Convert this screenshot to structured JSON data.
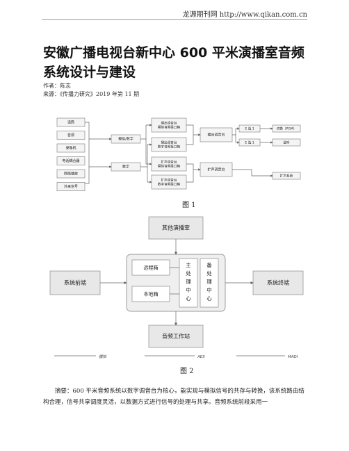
{
  "header": {
    "text": "龙源期刊网 http://www.qikan.com.cn"
  },
  "article": {
    "title": "安徽广播电视台新中心 600 平米演播室音频系统设计与建设",
    "author": "作者：陈志",
    "source": "来源：《传播力研究》2019 年第 11 期",
    "abstract": "摘要：600 平米音频系统以数字调音台为核心，能实现与模拟信号的共存与转换，该系统路由结构合理，信号共享调度灵活，以数据方式进行信号的处理与共享。音频系统前段采用一"
  },
  "figure1": {
    "caption": "图 1",
    "sources": [
      "话筒",
      "音源",
      "录像机",
      "电话耦合器",
      "网络播放",
      "外来信号"
    ],
    "conv": [
      "模拟/数字",
      "数字"
    ],
    "io": [
      "播出调音台\n模拟音频接口箱",
      "播出调音台\n数字音频接口箱",
      "扩声调音台\n模拟音频接口箱",
      "扩声调音台\n数字音频接口箱"
    ],
    "consoles": [
      "播出调音台",
      "扩声调音台"
    ],
    "aes": [
      "E 选 1",
      "E 选 1"
    ],
    "outs": [
      "切换（PGM）",
      "监听",
      "扩声系统"
    ]
  },
  "figure2": {
    "caption": "图 2",
    "nodes": {
      "top": "其他演播室",
      "left": "系统前端",
      "right": "系统终端",
      "bottom": "音频工作站",
      "remote": "远程箱",
      "local": "本地箱",
      "main": "主处理中心",
      "backup": "备处理中心"
    },
    "legend": [
      "模拟",
      "AES",
      "MADI"
    ]
  }
}
